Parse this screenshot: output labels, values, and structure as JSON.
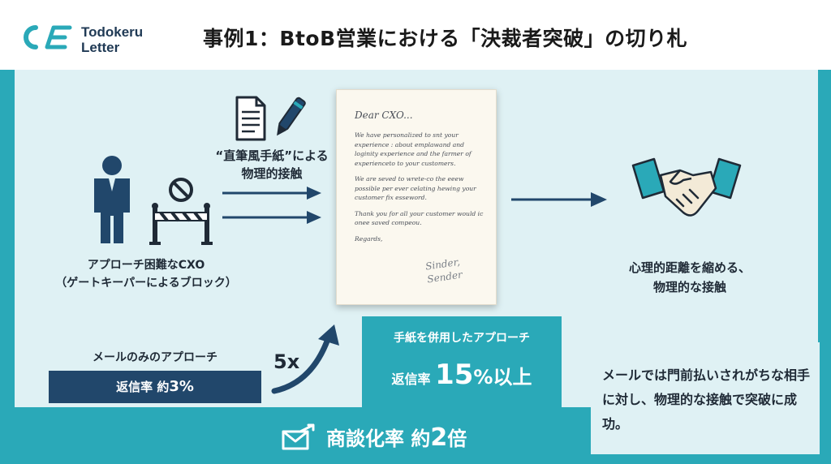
{
  "brand": {
    "line1": "Todokeru",
    "line2": "Letter",
    "color": "#2aa9b8"
  },
  "title": "事例1：BtoB営業における「決裁者突破」の切り札",
  "left": {
    "physical_label_1": "“直筆風手紙”による",
    "physical_label_2": "物理的接触",
    "cxo_label_1": "アプローチ困難なCXO",
    "cxo_label_2": "（ゲートキーパーによるブロック）"
  },
  "letter": {
    "greeting": "Dear CXO...",
    "p1": "We have personalized to snt your experience : about emplawand and loginity experience and the farmer of experienceto to your customers.",
    "p2": "We are seved to wrete-co the eeew possible per ever celating hewing your customer fix esseword.",
    "p3": "Thank you for all your customer would ic onee saved compeou.",
    "closing": "Regards,",
    "signature_1": "Sinder,",
    "signature_2": "Sender"
  },
  "right": {
    "distance_label_1": "心理的距離を縮める、",
    "distance_label_2": "物理的な接触"
  },
  "stats": {
    "mail_label": "メールのみのアプローチ",
    "mail_rate_prefix": "返信率 約",
    "mail_rate_value": "3%",
    "multiplier": "5x",
    "letter_label": "手紙を併用したアプローチ",
    "letter_rate_prefix": "返信率 ",
    "letter_rate_value": "15",
    "letter_rate_suffix": "%以上"
  },
  "success": {
    "text": "メールでは門前払いされがちな相手に対し、物理的な接触で突破に成功。"
  },
  "footer": {
    "prefix": "商談化率 約",
    "value": "2",
    "suffix": "倍"
  },
  "colors": {
    "teal": "#2aa9b8",
    "navy": "#21476b",
    "light_bg": "#dff1f4"
  },
  "icons": [
    "logo-mark",
    "document-icon",
    "pen-icon",
    "person-icon",
    "no-entry-icon",
    "barrier-icon",
    "handshake-icon",
    "growth-arrow-icon",
    "envelope-icon"
  ]
}
